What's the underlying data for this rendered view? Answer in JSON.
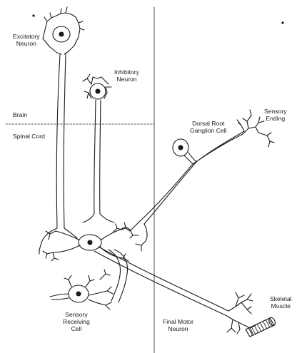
{
  "labels": {
    "excitatory_neuron": "Excitatory\nNeuron",
    "inhibitory_neuron": "Inhibitory\nNeuron",
    "brain": "Brain",
    "spinal_cord": "Spinal Cord",
    "dorsal_root_ganglion_cell": "Dorsal Root\nGanglion Cell",
    "sensory_ending": "Sensory\nEnding",
    "sensory_receiving_cell": "Sensory\nReceiving\nCell",
    "final_motor_neuron": "Final Motor\nNeuron",
    "skeletal_muscle": "Skeletal\nMuscle"
  },
  "colors": {
    "line": "#1a1a1a",
    "background": "#ffffff"
  }
}
